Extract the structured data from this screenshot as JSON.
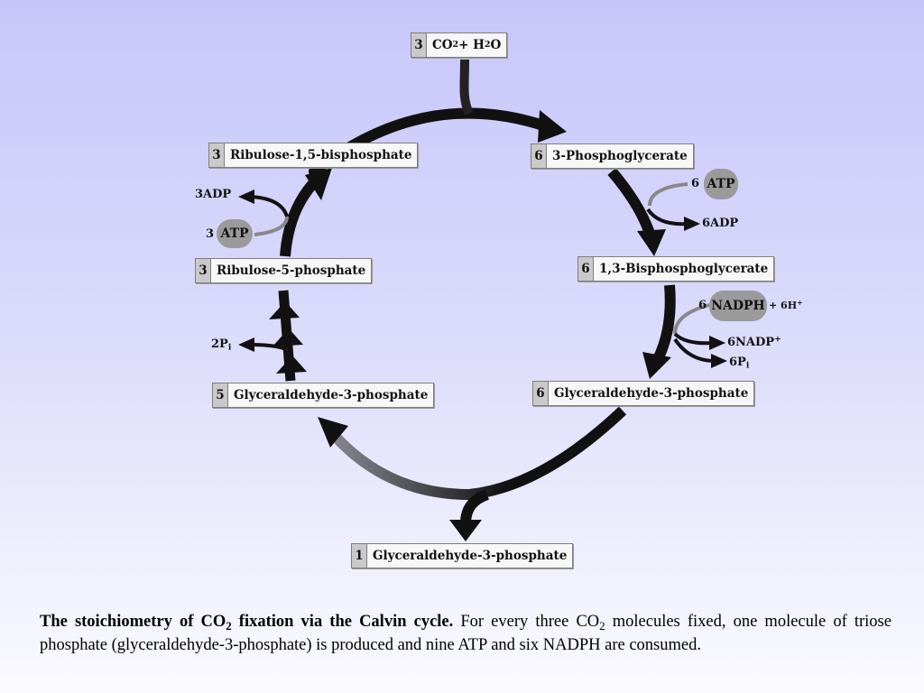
{
  "top_input": {
    "coef": "3",
    "co2": "CO",
    "co2_sub": "2",
    "plus": " + H",
    "h2o_sub": "2",
    "o": "O"
  },
  "boxes": {
    "rubp": {
      "coef": "3",
      "label": "Ribulose-1,5-bisphosphate"
    },
    "pga": {
      "coef": "6",
      "label": "3-Phosphoglycerate"
    },
    "bpg": {
      "coef": "6",
      "label": "1,3-Bisphosphoglycerate"
    },
    "ru5p": {
      "coef": "3",
      "label": "Ribulose-5-phosphate"
    },
    "gap6": {
      "coef": "6",
      "label": "Glyceraldehyde-3-phosphate"
    },
    "gap5": {
      "coef": "5",
      "label": "Glyceraldehyde-3-phosphate"
    },
    "output": {
      "coef": "1",
      "label": "Glyceraldehyde-3-phosphate"
    }
  },
  "side": {
    "atp_right": {
      "coef": "6",
      "name": "ATP"
    },
    "adp_right": "6ADP",
    "nadph_right": {
      "coef": "6",
      "name": "NADPH",
      "extra": "+ 6H",
      "sup": "+"
    },
    "nadp_right": {
      "text": "6NADP",
      "sup": "+"
    },
    "pi_right": {
      "text": "6P",
      "sub": "i"
    },
    "adp_left": "3ADP",
    "atp_left": {
      "coef": "3",
      "name": "ATP"
    },
    "pi_left": {
      "text": "2P",
      "sub": "i"
    }
  },
  "caption": {
    "title_a": "The stoichiometry of CO",
    "title_sub": "2",
    "title_b": " fixation via the Calvin cycle.",
    "body_a": " For every three CO",
    "body_sub": "2",
    "body_b": " molecules fixed, one molecule of triose phosphate (glyceraldehyde-3-phosphate) is produced and nine ATP and six NADPH are consumed."
  }
}
